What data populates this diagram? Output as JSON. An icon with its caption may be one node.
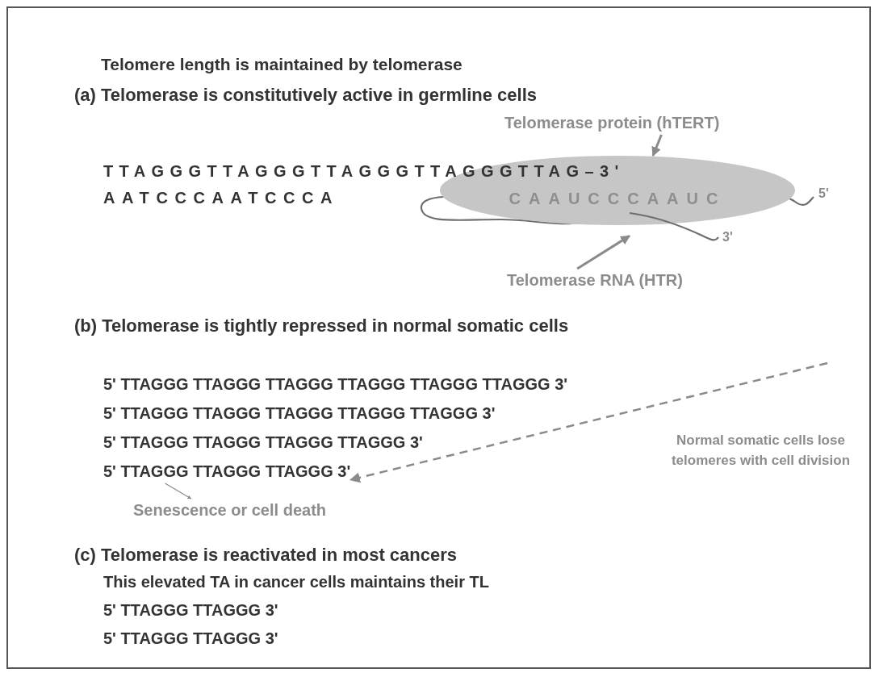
{
  "diagram": {
    "title": "Telomere length is maintained by telomerase",
    "nodes": [
      {
        "text": [
          "Telomerase protein (hTERT)"
        ]
      },
      {
        "text": [
          "CAAUCCCAAUC"
        ]
      },
      {
        "text": [
          "Telomerase RNA (HTR)"
        ]
      },
      {
        "text": [
          "5' TTAGGG TTAGGG TTAGGG 3'"
        ]
      },
      {
        "text": [
          "Senescence or cell death"
        ]
      },
      {
        "text": [],
        "shape": "curve",
        "beside": [
          "3'"
        ]
      }
    ],
    "edges": [
      {
        "from": 0,
        "to": 1,
        "arrow": "to"
      },
      {
        "from": 2,
        "to": 5,
        "arrow": "to"
      },
      {
        "from": null,
        "to": 3,
        "arrow": "to",
        "style": "dashed"
      },
      {
        "from": 3,
        "to": 4,
        "arrow": "to"
      }
    ],
    "labels": [
      "(a) Telomerase is constitutively active in germline cells",
      "TTAGGGTTAGGGTTAGGGTTAGGGTTAG–3'",
      "AATCCCAATCCCA",
      "5'",
      "(b) Telomerase is tightly repressed in normal somatic cells",
      "5' TTAGGG TTAGGG TTAGGG TTAGGG TTAGGG TTAGGG 3'",
      "5' TTAGGG TTAGGG TTAGGG TTAGGG TTAGGG 3'",
      "5' TTAGGG TTAGGG TTAGGG TTAGGG 3'",
      "Normal somatic cells lose telomeres with cell division",
      "(c) Telomerase is reactivated in most cancers",
      "This elevated TA in cancer cells maintains their TL",
      "5' TTAGGG TTAGGG 3'",
      "5' TTAGGG TTAGGG 3'"
    ]
  }
}
